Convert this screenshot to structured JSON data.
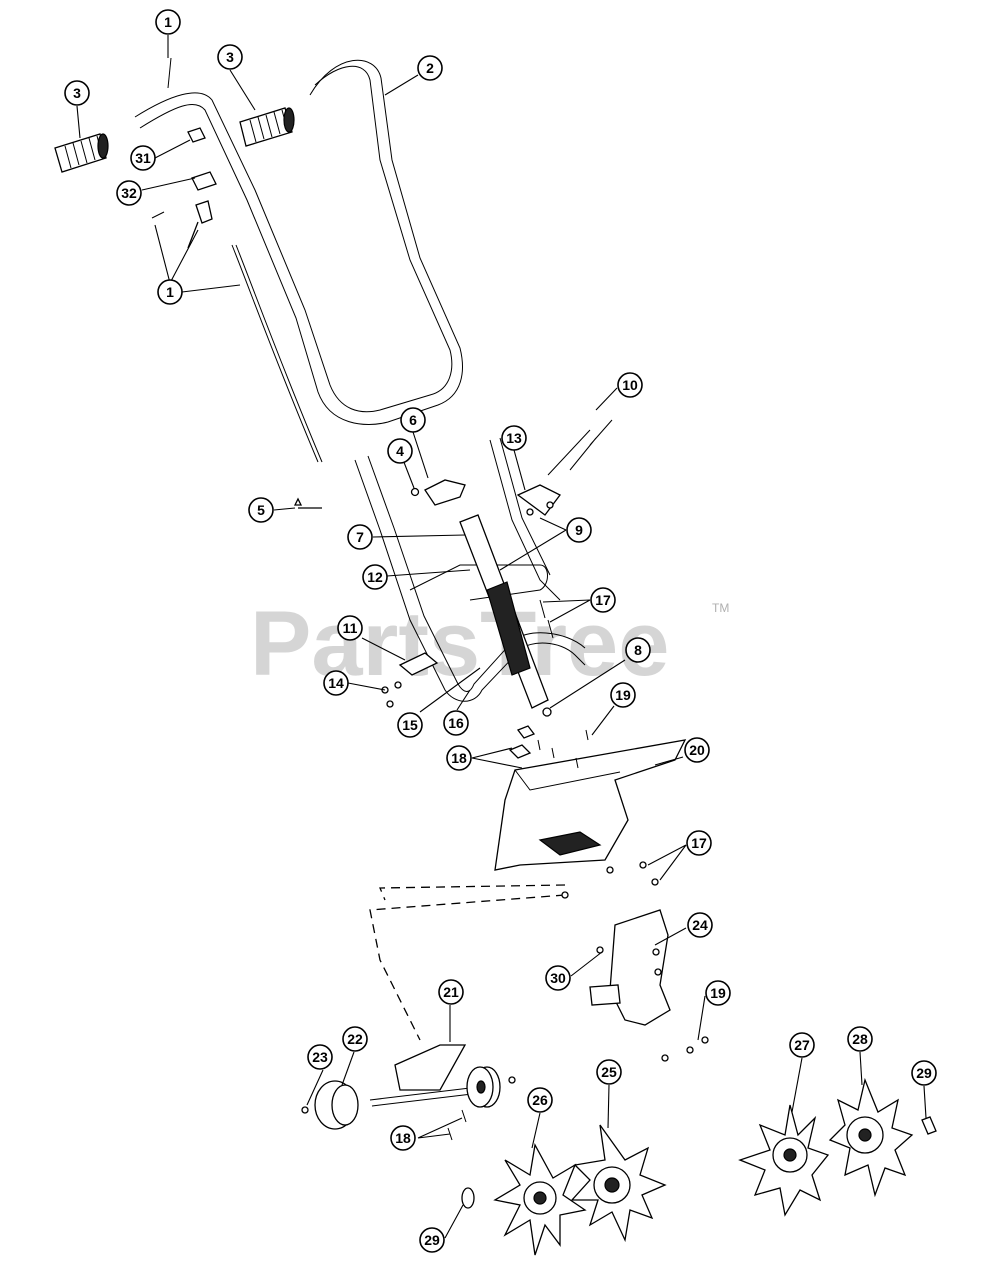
{
  "watermark": {
    "text": "PartsTree",
    "trademark": "TM"
  },
  "callouts": [
    {
      "label": "1"
    },
    {
      "label": "2"
    },
    {
      "label": "3"
    },
    {
      "label": "3"
    },
    {
      "label": "31"
    },
    {
      "label": "32"
    },
    {
      "label": "1"
    },
    {
      "label": "10"
    },
    {
      "label": "6"
    },
    {
      "label": "4"
    },
    {
      "label": "13"
    },
    {
      "label": "5"
    },
    {
      "label": "7"
    },
    {
      "label": "9"
    },
    {
      "label": "12"
    },
    {
      "label": "17"
    },
    {
      "label": "11"
    },
    {
      "label": "8"
    },
    {
      "label": "14"
    },
    {
      "label": "15"
    },
    {
      "label": "16"
    },
    {
      "label": "19"
    },
    {
      "label": "18"
    },
    {
      "label": "20"
    },
    {
      "label": "17"
    },
    {
      "label": "24"
    },
    {
      "label": "30"
    },
    {
      "label": "19"
    },
    {
      "label": "21"
    },
    {
      "label": "22"
    },
    {
      "label": "23"
    },
    {
      "label": "27"
    },
    {
      "label": "28"
    },
    {
      "label": "29"
    },
    {
      "label": "25"
    },
    {
      "label": "26"
    },
    {
      "label": "18"
    },
    {
      "label": "29"
    }
  ]
}
